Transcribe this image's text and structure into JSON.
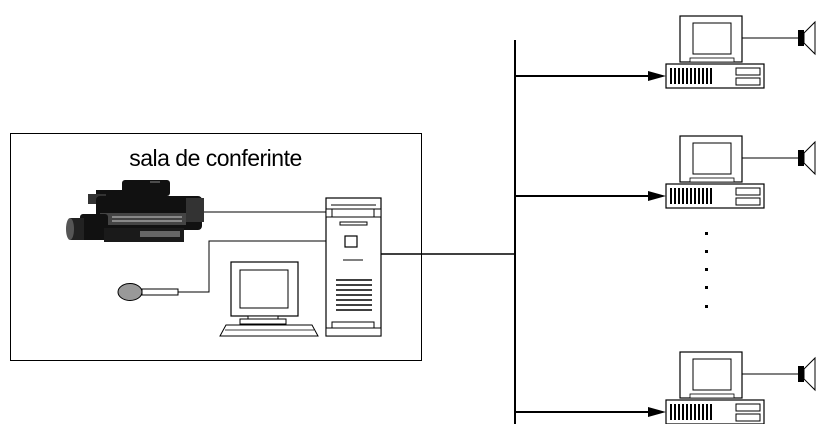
{
  "diagram": {
    "room_label": "sala de conferinte",
    "components": {
      "room": "conference-room",
      "camera": "video-camera",
      "microphone": "microphone",
      "room_monitor": "monitor",
      "room_keyboard": "keyboard",
      "server": "tower-server",
      "network_bus": "network-backbone",
      "clients": [
        "client-workstation",
        "client-workstation",
        "client-workstation"
      ],
      "ellipsis": "vertical-ellipsis"
    },
    "colors": {
      "line": "#000000",
      "background": "#ffffff",
      "device_fill": "#ffffff",
      "camera_body": "#111111",
      "microphone_fill": "#999999"
    }
  }
}
